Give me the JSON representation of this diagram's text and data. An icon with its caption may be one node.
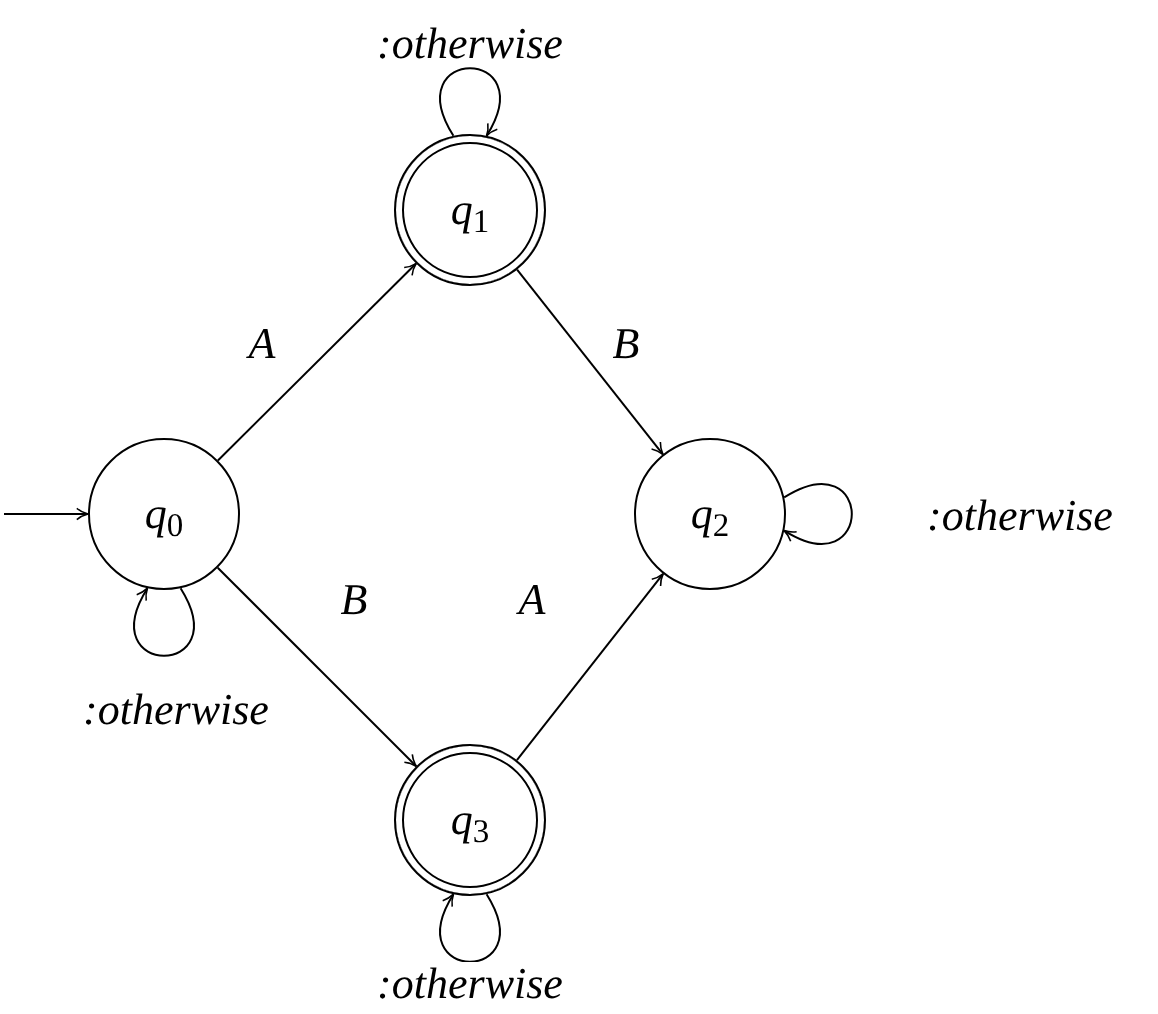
{
  "diagram": {
    "nodes": [
      {
        "text": [
          "*q*$_{0}$"
        ]
      },
      {
        "text": [
          "*q*$_{1}$"
        ]
      },
      {
        "text": [
          "*q*$_{2}$"
        ]
      },
      {
        "text": [
          "*q*$_{3}$"
        ]
      }
    ],
    "edges": [
      {
        "from": null,
        "to": 0,
        "arrow": "to"
      },
      {
        "from": 0,
        "to": 1,
        "arrow": "to",
        "label": "A"
      },
      {
        "from": 1,
        "to": 2,
        "arrow": "to",
        "label": "B"
      },
      {
        "from": 0,
        "to": 3,
        "arrow": "to",
        "label": "B"
      },
      {
        "from": 3,
        "to": 2,
        "arrow": "to",
        "label": "A"
      },
      {
        "from": 1,
        "to": 1,
        "arrow": "to",
        "label": ":otherwise"
      },
      {
        "from": 2,
        "to": 2,
        "arrow": "to",
        "label": ":otherwise"
      },
      {
        "from": 0,
        "to": 0,
        "arrow": "to",
        "label": ":otherwise"
      },
      {
        "from": 3,
        "to": 3,
        "arrow": "to",
        "label": ":otherwise"
      }
    ]
  }
}
